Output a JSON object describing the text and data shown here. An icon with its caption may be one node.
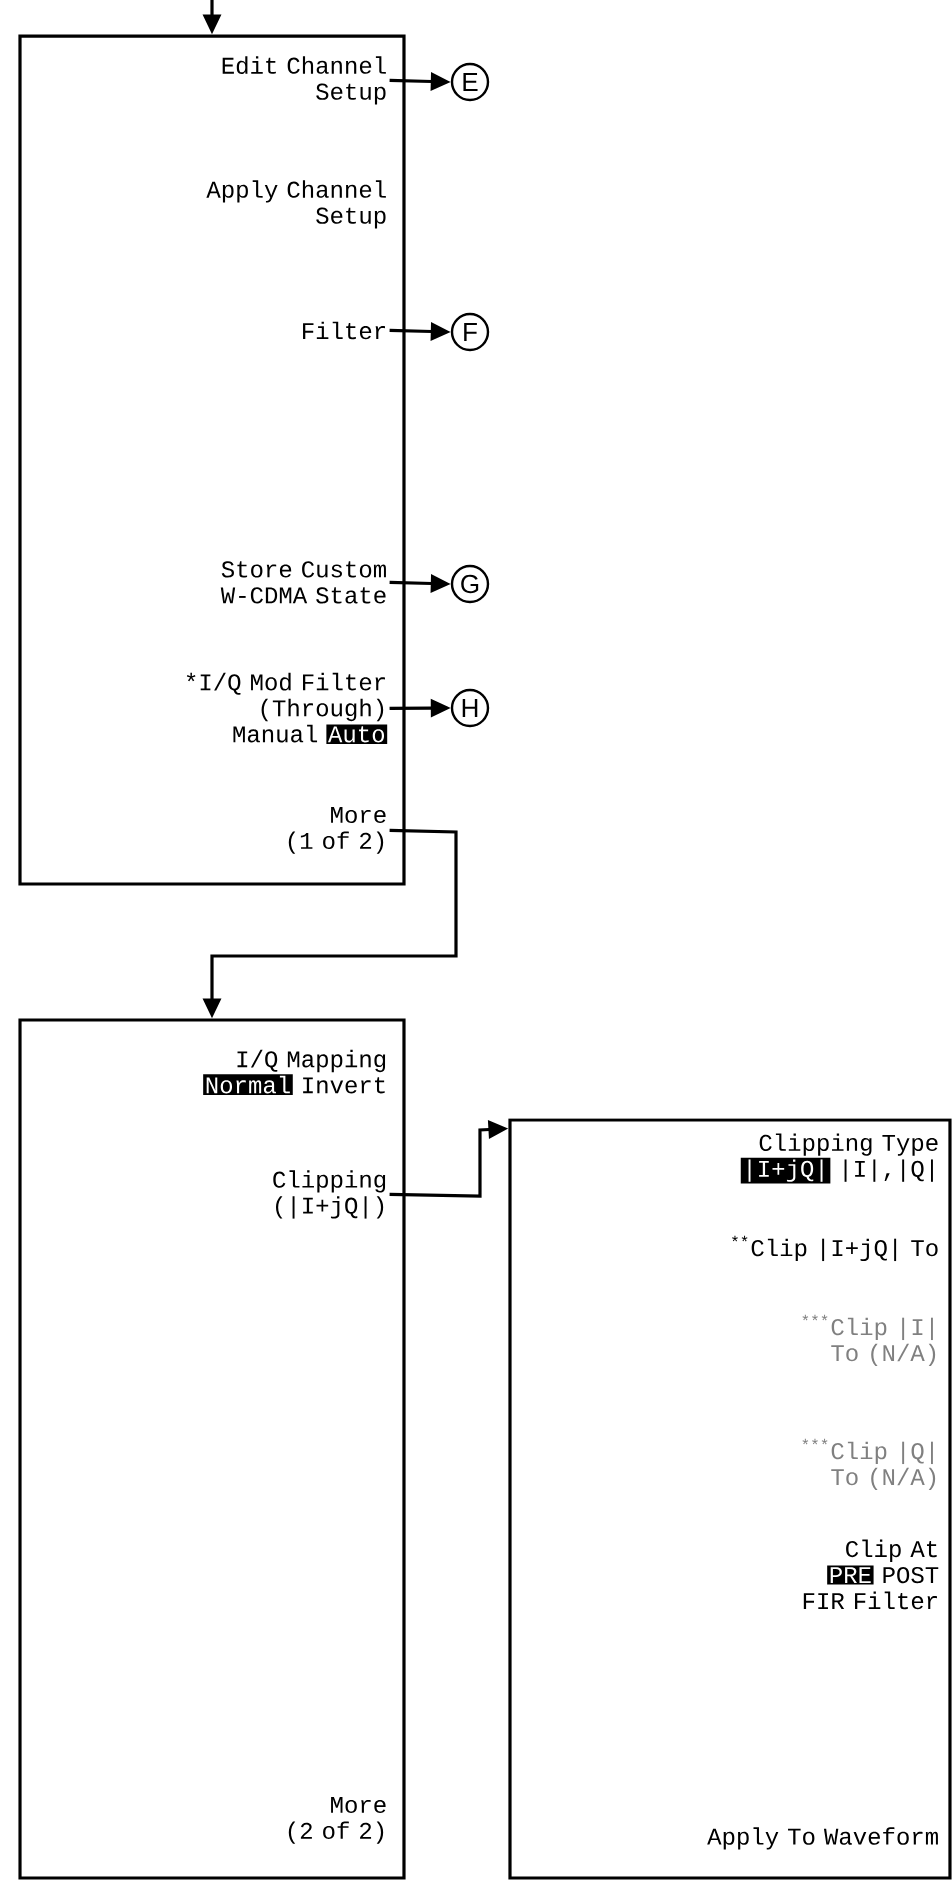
{
  "diagram": {
    "nodes": [
      {
        "text": [],
        "shape": "box"
      },
      {
        "text": [
          "Edit Channel Setup"
        ],
        "in": 0
      },
      {
        "text": [
          "Apply Channel Setup"
        ],
        "in": 0
      },
      {
        "text": [
          "Filter"
        ],
        "in": 0
      },
      {
        "text": [
          "Store Custom W-CDMA State"
        ],
        "in": 0
      },
      {
        "text": [
          "*I/Q Mod Filter (Through)",
          "Manual",
          "Auto"
        ],
        "in": 0
      },
      {
        "text": [
          "More (1 of 2)"
        ],
        "in": 0
      },
      {
        "text": [
          "E"
        ]
      },
      {
        "text": [
          "F"
        ]
      },
      {
        "text": [
          "G"
        ]
      },
      {
        "text": [
          "H"
        ]
      },
      {
        "text": [],
        "shape": "box"
      },
      {
        "text": [
          "I/Q Mapping",
          "Normal",
          "Invert"
        ],
        "in": 11
      },
      {
        "text": [
          "Clipping (|I+jQ|)"
        ],
        "in": 11
      },
      {
        "text": [
          "More (2 of 2)"
        ],
        "in": 11
      },
      {
        "text": [],
        "shape": "box"
      },
      {
        "text": [
          "Clipping Type",
          "|I+jQ|",
          "|I|,|Q|"
        ],
        "in": 15
      },
      {
        "text": [
          "$^{**}$Clip |I+jQ| To"
        ],
        "in": 15
      },
      {
        "text": [
          "$^{***}$Clip |I| To (N/A)"
        ],
        "in": 15
      },
      {
        "text": [
          "$^{***}$Clip |Q| To (N/A)"
        ],
        "in": 15
      },
      {
        "text": [
          "Clip At",
          "PRE",
          "POST",
          "FIR Filter"
        ],
        "in": 15
      },
      {
        "text": [
          "Apply To Waveform"
        ],
        "in": 15
      }
    ],
    "edges": [
      {
        "from": null,
        "to": 0,
        "arrow": "to"
      },
      {
        "from": 1,
        "to": 7,
        "arrow": "to"
      },
      {
        "from": 3,
        "to": 8,
        "arrow": "to"
      },
      {
        "from": 4,
        "to": 9,
        "arrow": "to"
      },
      {
        "from": 5,
        "to": 10,
        "arrow": "to"
      },
      {
        "from": 6,
        "to": 11,
        "arrow": "to"
      },
      {
        "from": 13,
        "to": 15,
        "arrow": "to"
      }
    ]
  }
}
